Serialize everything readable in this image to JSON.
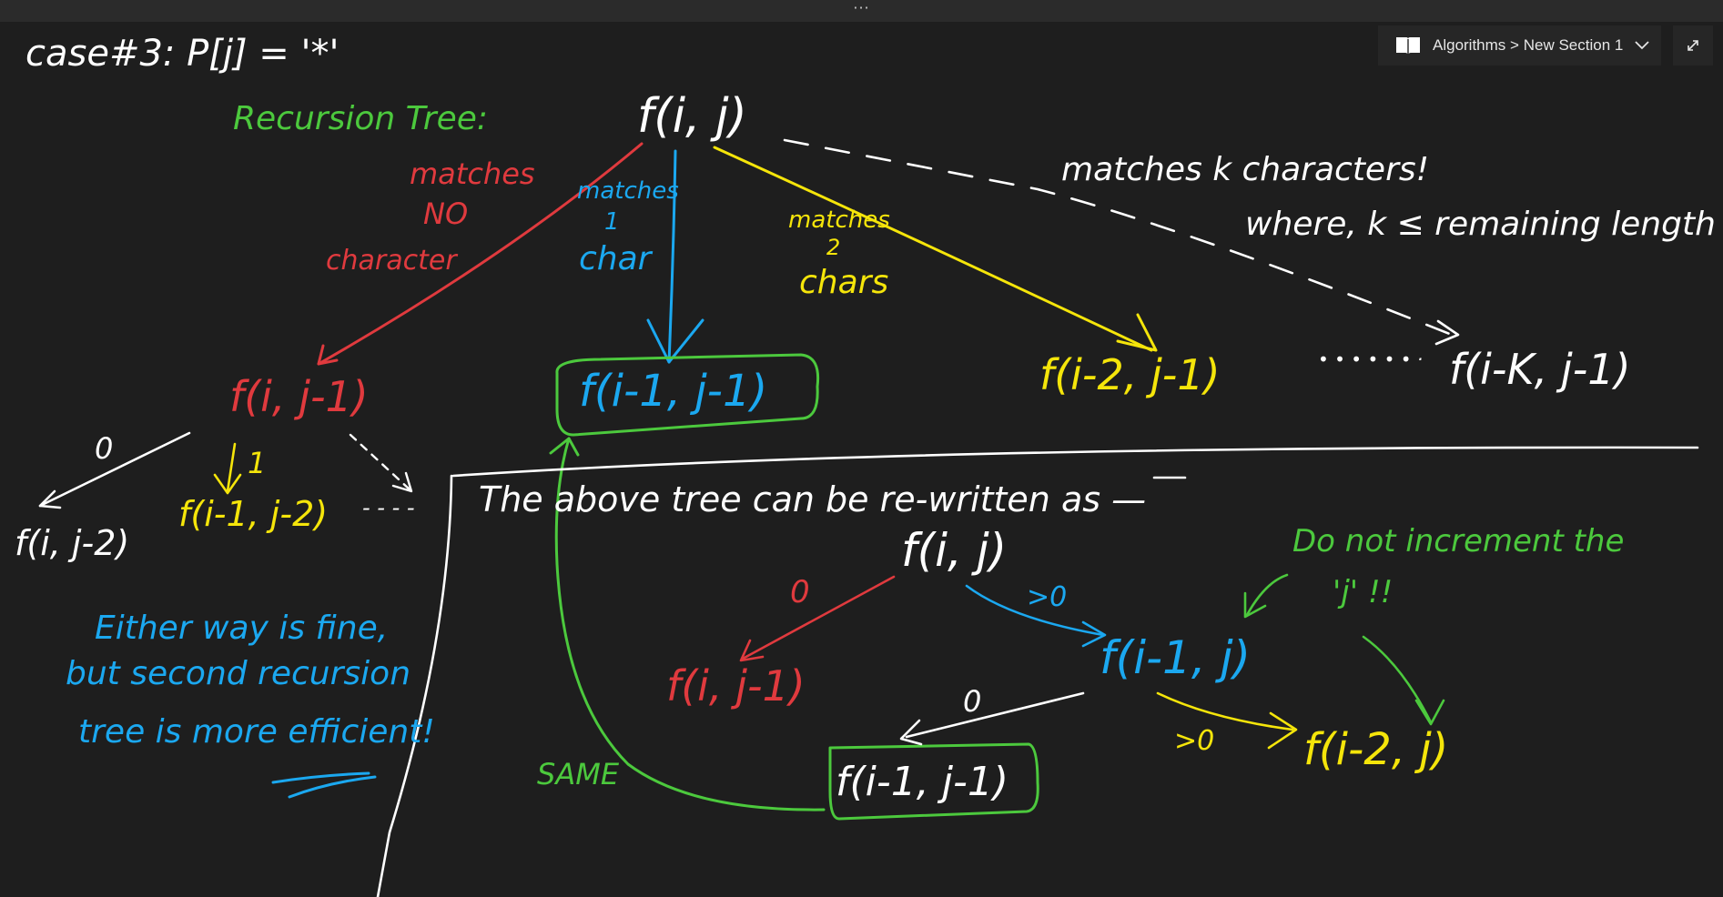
{
  "window": {
    "drag_handle": "···",
    "breadcrumb": {
      "notebook": "Algorithms",
      "separator": ">",
      "section": "New Section 1"
    },
    "icons": {
      "notebook": "notebook-icon",
      "dropdown": "chevron-down-icon",
      "expand": "expand-icon"
    }
  },
  "colors": {
    "background": "#1e1e1e",
    "white_ink": "#ffffff",
    "red_ink": "#e03a3e",
    "blue_ink": "#1ba8f0",
    "yellow_ink": "#f5e50a",
    "green_ink": "#4cc93d"
  },
  "note": {
    "case_title": "case#3: P[j] = '*'",
    "recursion_tree_label": "Recursion Tree:",
    "root": "f(i, j)",
    "edge_none": [
      "matches",
      "NO",
      "character"
    ],
    "edge_one": [
      "matches",
      "1",
      "char"
    ],
    "edge_two": [
      "matches",
      "2",
      "chars"
    ],
    "edge_k": "matches k characters!",
    "k_condition": "where, k ≤ remaining length",
    "child_none": "f(i, j-1)",
    "child_one": "f(i-1, j-1)",
    "child_two": "f(i-2, j-1)",
    "child_k_dots": "• • • • • • ·",
    "child_k": "f(i-K, j-1)",
    "gc_label_0": "0",
    "gc_label_1": "1",
    "gc_zero": "f(i, j-2)",
    "gc_one": "f(i-1, j-2)",
    "gc_dots": "- - - -",
    "rewrite_text": "The above tree can be re-written as —",
    "tree2_root": "f(i, j)",
    "tree2_label_0": "0",
    "tree2_label_gt0": ">0",
    "tree2_left": "f(i, j-1)",
    "tree2_right": "f(i-1, j)",
    "tree2_rl_label_0": "0",
    "tree2_rr_label_gt0": ">0",
    "tree2_rl": "f(i-1, j-1)",
    "tree2_rr": "f(i-2, j)",
    "note_increment": "Do not increment the",
    "note_increment_2": "'j' !!",
    "same_label": "SAME",
    "conclusion": [
      "Either way is fine,",
      "but second recursion",
      "tree is more efficient!"
    ]
  }
}
